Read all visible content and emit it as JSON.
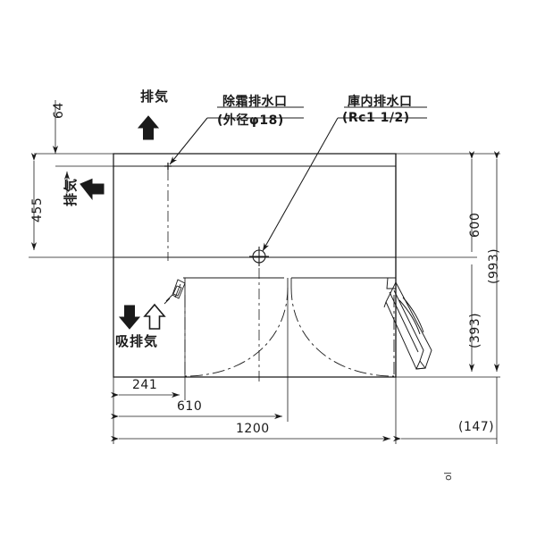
{
  "drawing": {
    "title": "refrigerator-elevation-drawing",
    "units": "mm",
    "line_color": "#1a1a1a",
    "bg_color": "#ffffff"
  },
  "callouts": {
    "exhaust_top": {
      "label": "排気",
      "arrow": "up-arrow-filled"
    },
    "exhaust_side": {
      "label": "排気",
      "arrow": "left-arrow-filled"
    },
    "intake_exhaust": {
      "label": "吸排気",
      "arrow_down": "down-arrow-filled",
      "arrow_up": "up-arrow-outline"
    },
    "defrost_drain": {
      "line1": "除霜排水口",
      "line2": "(外径φ18)"
    },
    "cabinet_drain": {
      "line1": "庫内排水口",
      "line2": "(Rc1 1/2)"
    }
  },
  "dimensions": {
    "top_offset": "64",
    "left_height": "455",
    "right_height": "600",
    "right_total": "(993)",
    "right_lower": "(393)",
    "bottom_small": "241",
    "bottom_mid": "610",
    "bottom_total": "1200",
    "bottom_right": "(147)"
  },
  "marks": {
    "corner_mark": "ol"
  }
}
